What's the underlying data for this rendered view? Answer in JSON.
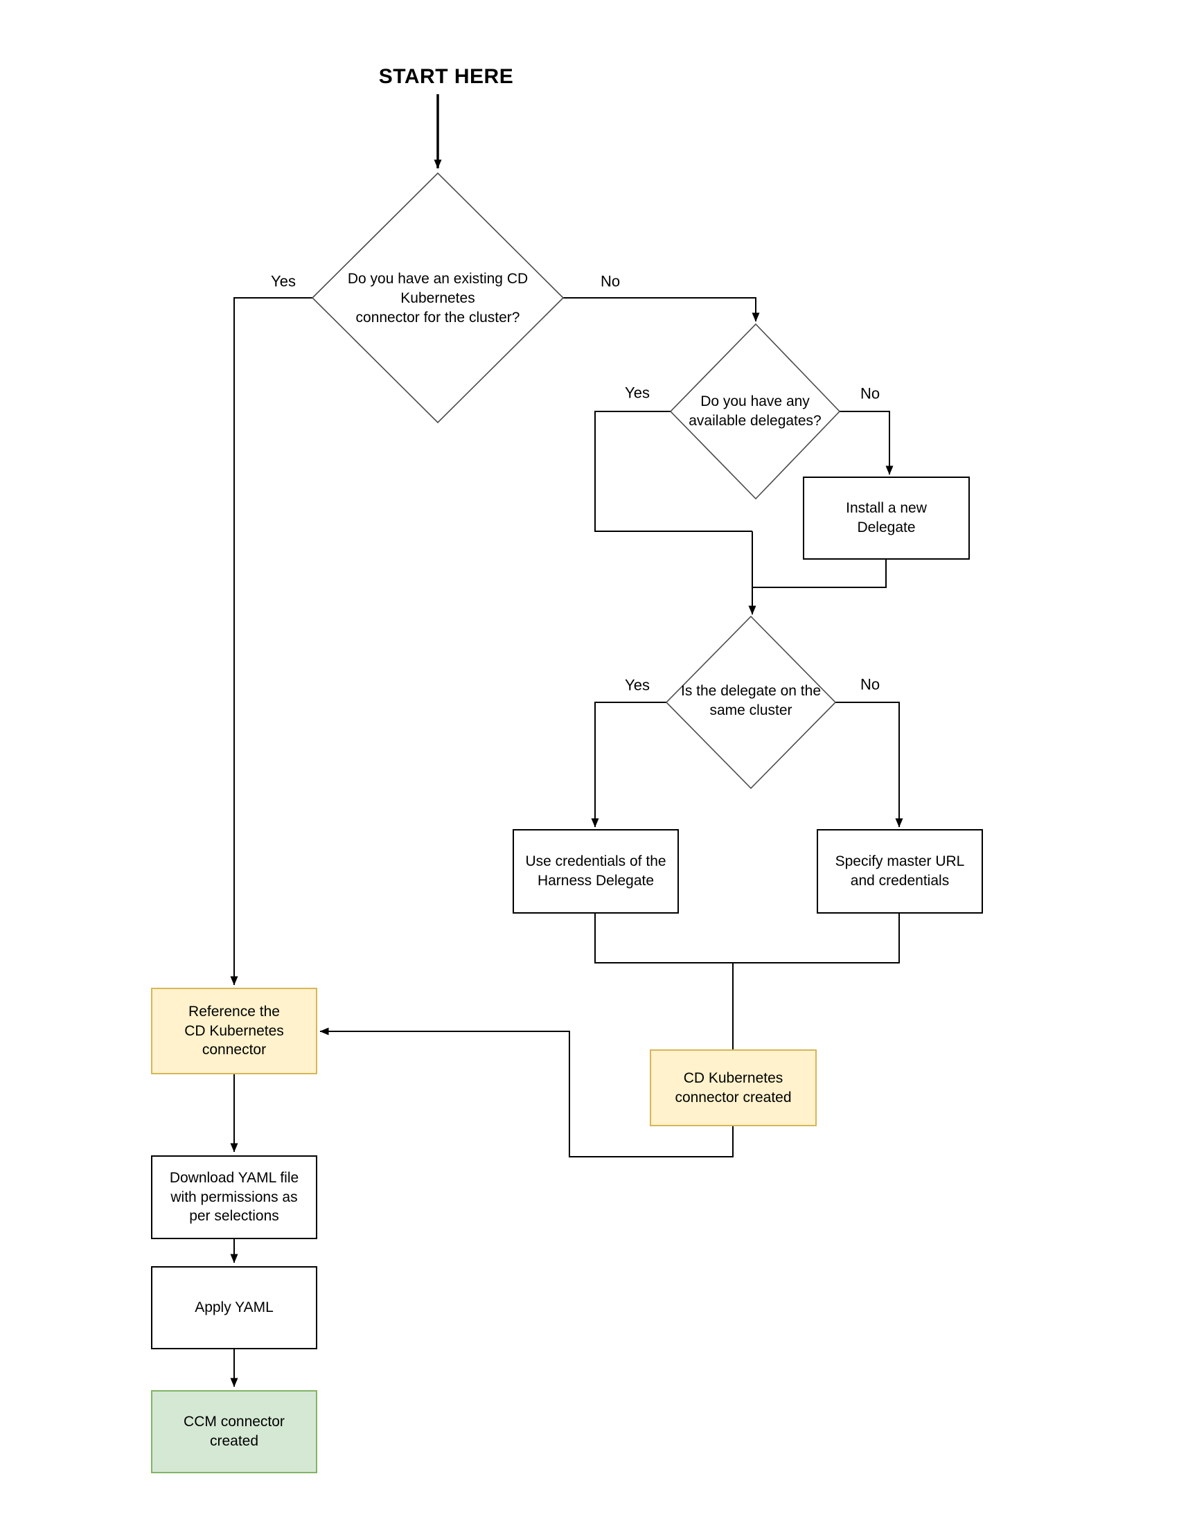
{
  "title": {
    "text": "START HERE"
  },
  "colors": {
    "background": "#ffffff",
    "connector": "#000000",
    "diamond_border": "#4a4a4a",
    "process_border": "#000000",
    "yellow_fill": "#FFF2CC",
    "yellow_border": "#D6B656",
    "green_fill": "#D5E8D4",
    "green_border": "#82B366"
  },
  "nodes": {
    "decision_existing_connector": {
      "label": "Do you have an existing CD\nKubernetes\nconnector for the cluster?"
    },
    "decision_available_delegates": {
      "label": "Do you have any\navailable delegates?"
    },
    "decision_same_cluster": {
      "label": "Is the delegate on the\nsame cluster"
    },
    "install_delegate": {
      "label": "Install a new\nDelegate"
    },
    "use_credentials": {
      "label": "Use credentials of the\nHarness Delegate"
    },
    "specify_master_url": {
      "label": "Specify master URL\nand credentials"
    },
    "cd_connector_created": {
      "label": "CD Kubernetes\nconnector created"
    },
    "reference_connector": {
      "label": "Reference the\nCD Kubernetes\nconnector"
    },
    "download_yaml": {
      "label": "Download YAML file\nwith permissions as\nper selections"
    },
    "apply_yaml": {
      "label": "Apply YAML"
    },
    "ccm_connector_created": {
      "label": "CCM connector\ncreated"
    }
  },
  "edge_labels": {
    "existing_yes": "Yes",
    "existing_no": "No",
    "delegates_yes": "Yes",
    "delegates_no": "No",
    "same_cluster_yes": "Yes",
    "same_cluster_no": "No"
  }
}
